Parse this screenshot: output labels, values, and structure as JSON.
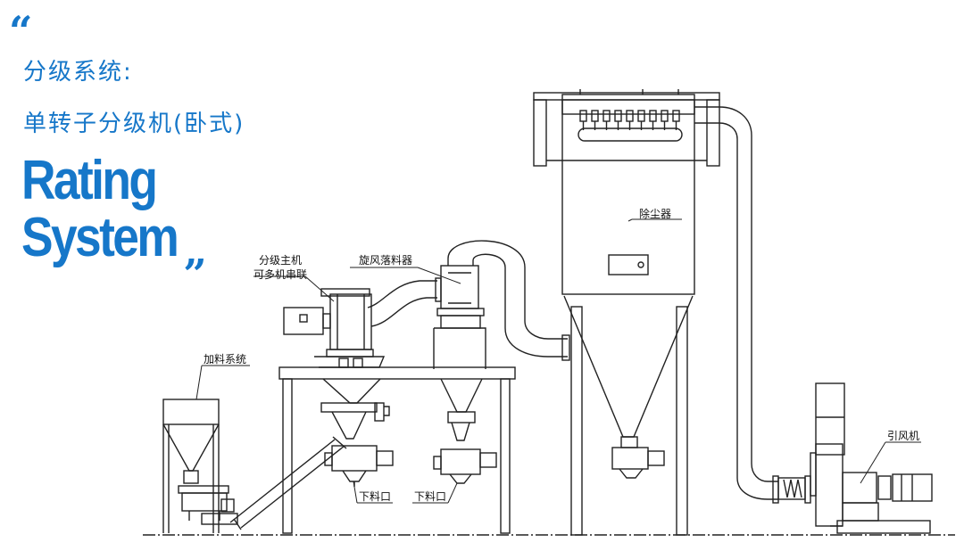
{
  "header": {
    "quote_open": "“",
    "title_cn_1": "分级系统:",
    "title_cn_2": "单转子分级机(卧式)",
    "title_en_1": "Rating",
    "title_en_2": "System",
    "quote_close": "„",
    "accent_color": "#1677c9"
  },
  "diagram": {
    "labels": {
      "classifier_line1": "分级主机",
      "classifier_line2": "可多机串联",
      "cyclone": "旋风落料器",
      "dust_collector": "除尘器",
      "feeding": "加料系统",
      "fan": "引风机",
      "discharge_1": "下料口",
      "discharge_2": "下料口"
    }
  }
}
